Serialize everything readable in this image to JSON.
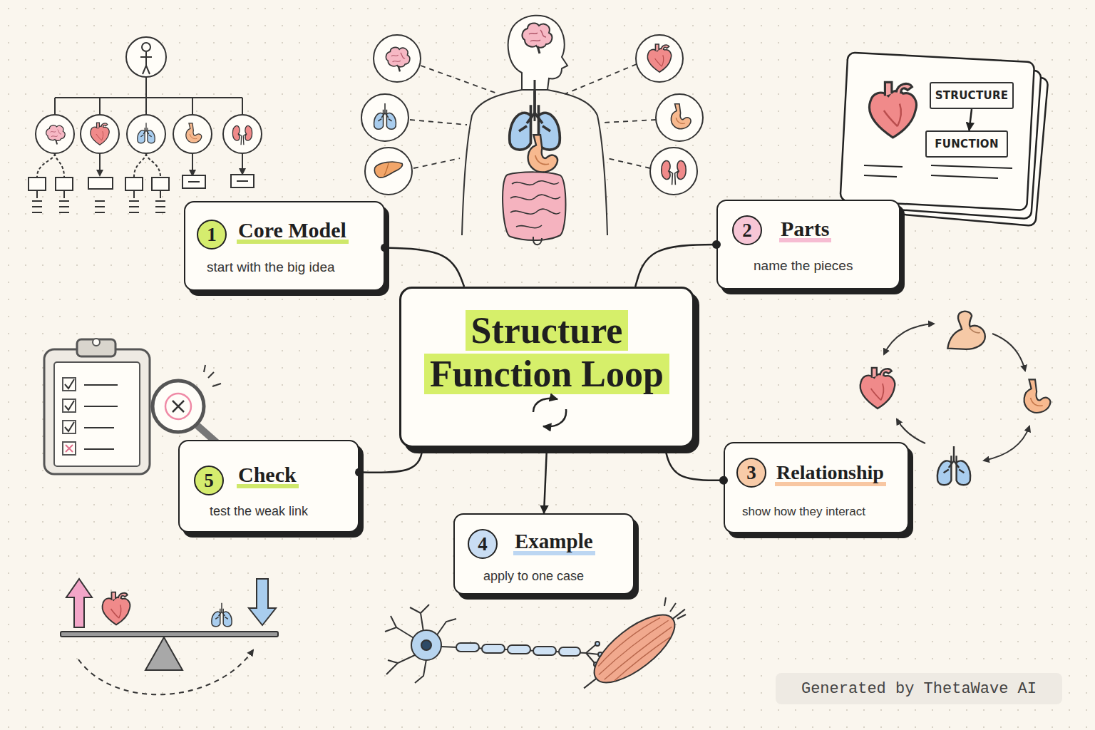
{
  "diagram": {
    "nodes": [
      {
        "text": [
          "STRUCTURE"
        ]
      },
      {
        "text": [
          "FUNCTION"
        ]
      },
      {
        "text": [
          "Core Model",
          "start with the big idea"
        ]
      },
      {
        "text": [
          "1"
        ],
        "in": 2
      },
      {
        "text": [
          "Parts",
          "name the pieces"
        ]
      },
      {
        "text": [
          "2"
        ],
        "in": 4
      },
      {
        "text": [
          "Structure Function Loop"
        ]
      },
      {
        "text": [
          "Check",
          "test the weak link"
        ]
      },
      {
        "text": [
          "5"
        ],
        "in": 7
      },
      {
        "text": [
          "Relationship",
          "show how they interact"
        ]
      },
      {
        "text": [
          "3"
        ],
        "in": 9
      },
      {
        "text": [
          "Example",
          "apply to one case"
        ]
      },
      {
        "text": [
          "4"
        ],
        "in": 11
      }
    ],
    "edges": [
      {
        "from": 0,
        "to": 1,
        "arrow": "to"
      },
      {
        "from": 6,
        "to": 2,
        "arrow": "none"
      },
      {
        "from": 6,
        "to": 4,
        "arrow": "none"
      },
      {
        "from": 6,
        "to": 7,
        "arrow": "none"
      },
      {
        "from": 6,
        "to": 9,
        "arrow": "none"
      },
      {
        "from": 6,
        "to": 11,
        "arrow": "to"
      }
    ],
    "labels": [
      "Generated by ThetaWave AI"
    ]
  }
}
